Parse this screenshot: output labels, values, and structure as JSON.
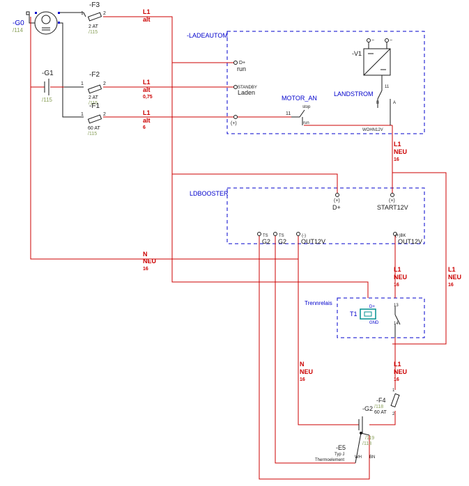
{
  "components": {
    "g0": {
      "name": "-G0",
      "ref": "/114"
    },
    "g1": {
      "name": "-G1",
      "ref": "/115"
    },
    "f3": {
      "name": "-F3",
      "pin1": "1",
      "pin2": "2",
      "rating": "2 AT",
      "ref": "/115"
    },
    "f2": {
      "name": "-F2",
      "pin1": "1",
      "pin2": "2",
      "rating": "2 AT",
      "ref": "/115"
    },
    "f1": {
      "name": "-F1",
      "pin1": "1",
      "pin2": "2",
      "rating": "60 AT",
      "ref": "/115"
    },
    "v1": {
      "name": "-V1",
      "ac": "~",
      "pin": "11"
    },
    "f4": {
      "name": "-F4",
      "rating": "60 AT",
      "ref": "/118",
      "pin1": "1",
      "pin2": "2"
    },
    "g2": {
      "name": "-G2",
      "ref1": "/119",
      "ref2": "/113"
    },
    "e5": {
      "name": "-E5",
      "type": "Typ J",
      "desc": "Thermoelement",
      "wh": "WH",
      "bn": "BN"
    }
  },
  "wire_labels": {
    "l1_f3": {
      "conductor": "L1",
      "color": "alt",
      "size": ""
    },
    "l1_f2": {
      "conductor": "L1",
      "color": "alt",
      "size": "0,75"
    },
    "l1_f1": {
      "conductor": "L1",
      "color": "alt",
      "size": "6"
    },
    "l1_a": {
      "conductor": "L1",
      "color": "NEU",
      "size": "16"
    },
    "l1_b": {
      "conductor": "L1",
      "color": "NEU",
      "size": "16"
    },
    "l1_c": {
      "conductor": "L1",
      "color": "NEU",
      "size": "16"
    },
    "l1_d": {
      "conductor": "L1",
      "color": "NEU",
      "size": "16"
    },
    "n_a": {
      "conductor": "N",
      "color": "NEU",
      "size": "16"
    },
    "n_b": {
      "conductor": "N",
      "color": "NEU",
      "size": "16"
    }
  },
  "ladeautom": {
    "title": "-LADEAUTOM",
    "dplus": "D+",
    "run": "run",
    "standby": "STANDBY",
    "laden": "Laden",
    "plus": "(+)",
    "motor_an": "MOTOR_AN",
    "pin11": "11",
    "stop": "stop",
    "run2": "run",
    "landstrom": "LANDSTROM",
    "b": "B",
    "a": "A",
    "wohn": "WOHN12V"
  },
  "ldbooster": {
    "title": "LDBOOSTER",
    "in_dplus_pin": "(+)",
    "in_dplus": "D+",
    "in_start_pin": "(+)",
    "in_start": "START12V",
    "ts1": "TS",
    "g2a": "G2",
    "ts2": "TS",
    "g2b": "G2",
    "minus": "(-)",
    "out_minus": "OUT12V",
    "plus_bk": "(+)BK",
    "out_plus": "OUT12V"
  },
  "trennrelais": {
    "title": "Trennrelais",
    "t1": "T1",
    "dplus": "D+",
    "gnd": "GND",
    "pin13": "13",
    "pin14": "14"
  }
}
